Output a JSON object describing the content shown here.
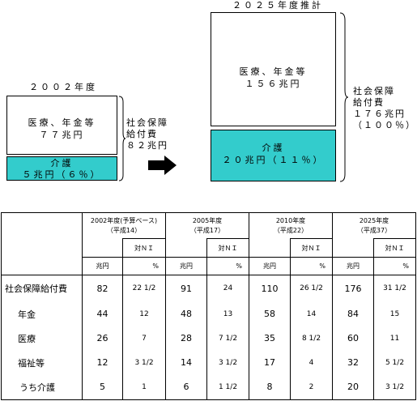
{
  "diagram": {
    "left": {
      "year_label": "２００２年度",
      "main_box": {
        "line1": "医療、年金等",
        "line2": "７７兆円"
      },
      "care_box": {
        "line1": "介護",
        "line2": "５兆円（６％）"
      },
      "total": {
        "line1": "社会保障",
        "line2": "給付費",
        "line3": "８２兆円"
      }
    },
    "right": {
      "year_label": "２０２５年度推計",
      "main_box": {
        "line1": "医療、年金等",
        "line2": "１５６兆円"
      },
      "care_box": {
        "line1": "介護",
        "line2": "２０兆円（１１％）"
      },
      "total": {
        "line1": "社会保障",
        "line2": "給付費",
        "line3": "１７６兆円",
        "line4": "（１００％）"
      }
    }
  },
  "table": {
    "years": [
      {
        "line1": "2002年度(予算ベース)",
        "line2": "（平成14）"
      },
      {
        "line1": "2005年度",
        "line2": "（平成17）"
      },
      {
        "line1": "2010年度",
        "line2": "（平成22）"
      },
      {
        "line1": "2025年度",
        "line2": "（平成37）"
      }
    ],
    "ni_label": "対ＮＩ",
    "unit_trillion": "兆円",
    "unit_pct": "%",
    "rows": [
      {
        "label": "社会保障給付費",
        "values": [
          "82",
          "22 1/2",
          "91",
          "24",
          "110",
          "26 1/2",
          "176",
          "31 1/2"
        ]
      },
      {
        "label": "年金",
        "values": [
          "44",
          "12",
          "48",
          "13",
          "58",
          "14",
          "84",
          "15"
        ]
      },
      {
        "label": "医療",
        "values": [
          "26",
          "7",
          "28",
          "7 1/2",
          "35",
          "8 1/2",
          "60",
          "11"
        ]
      },
      {
        "label": "福祉等",
        "values": [
          "12",
          "3 1/2",
          "14",
          "3 1/2",
          "17",
          "4",
          "32",
          "5 1/2"
        ]
      },
      {
        "label": "うち介護",
        "values": [
          "5",
          "1",
          "6",
          "1 1/2",
          "8",
          "2",
          "20",
          "3 1/2"
        ]
      }
    ]
  },
  "colors": {
    "care_box": "#33cccc",
    "arrow": "#000000"
  }
}
